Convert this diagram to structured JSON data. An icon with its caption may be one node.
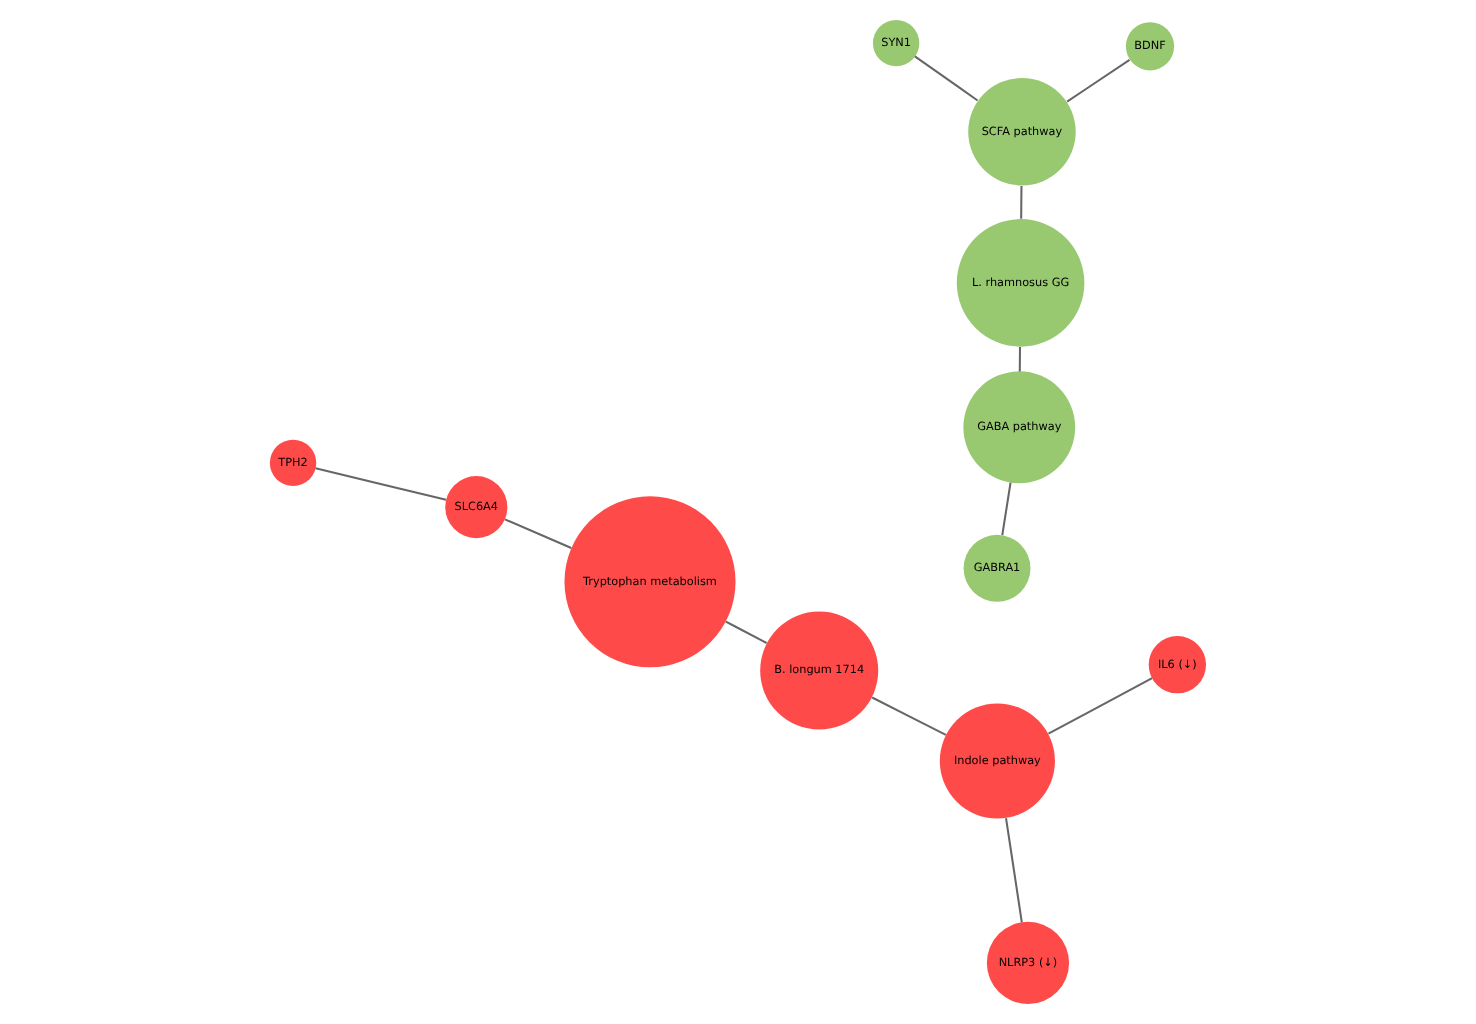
{
  "diagram": {
    "nodes": [
      {
        "text": [
          "GABRA1"
        ]
      },
      {
        "text": [
          "L. rhamnosus GG"
        ]
      },
      {
        "text": [
          "GABA pathway"
        ]
      },
      {
        "text": [
          "BDNF"
        ]
      },
      {
        "text": [
          "SCFA pathway"
        ]
      },
      {
        "text": [
          "SYN1"
        ]
      },
      {
        "text": [
          "NLRP3 (↓)"
        ]
      },
      {
        "text": [
          "IL6 (↓)"
        ]
      },
      {
        "text": [
          "Indole pathway"
        ]
      },
      {
        "text": [
          "B. longum 1714"
        ]
      },
      {
        "text": [
          "Tryptophan metabolism"
        ]
      },
      {
        "text": [
          "SLC6A4"
        ]
      },
      {
        "text": [
          "TPH2"
        ]
      }
    ],
    "edges": [
      {
        "from": 1,
        "to": 2,
        "arrow": "none"
      },
      {
        "from": 2,
        "to": 0,
        "arrow": "none"
      },
      {
        "from": 1,
        "to": 4,
        "arrow": "none"
      },
      {
        "from": 4,
        "to": 3,
        "arrow": "none"
      },
      {
        "from": 4,
        "to": 5,
        "arrow": "none"
      },
      {
        "from": 9,
        "to": 8,
        "arrow": "none"
      },
      {
        "from": 8,
        "to": 6,
        "arrow": "none"
      },
      {
        "from": 8,
        "to": 7,
        "arrow": "none"
      },
      {
        "from": 9,
        "to": 10,
        "arrow": "none"
      },
      {
        "from": 10,
        "to": 11,
        "arrow": "none"
      },
      {
        "from": 11,
        "to": 12,
        "arrow": "none"
      }
    ]
  }
}
